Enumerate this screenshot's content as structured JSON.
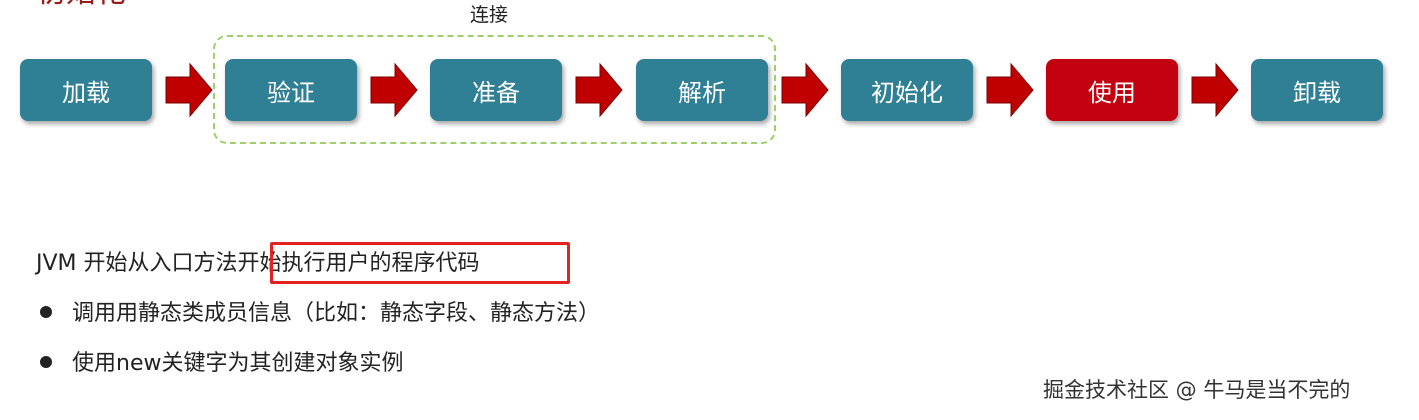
{
  "heading": "初始化",
  "connect_label": "连接",
  "stages": [
    "加载",
    "验证",
    "准备",
    "解析",
    "初始化",
    "使用",
    "卸载"
  ],
  "active_stage": "使用",
  "colors": {
    "stage": "#2f7f95",
    "stage_active": "#c2000f",
    "arrow": "#c00000",
    "dashed_border": "#9fcf6a",
    "highlight_border": "#e42222"
  },
  "statement": {
    "prefix": "JVM 开始从入口方法",
    "highlighted": "开始执行用户的程序代码"
  },
  "bullets": [
    "调用用静态类成员信息（比如：静态字段、静态方法）",
    "使用new关键字为其创建对象实例"
  ],
  "watermark": "掘金技术社区 @ 牛马是当不完的"
}
